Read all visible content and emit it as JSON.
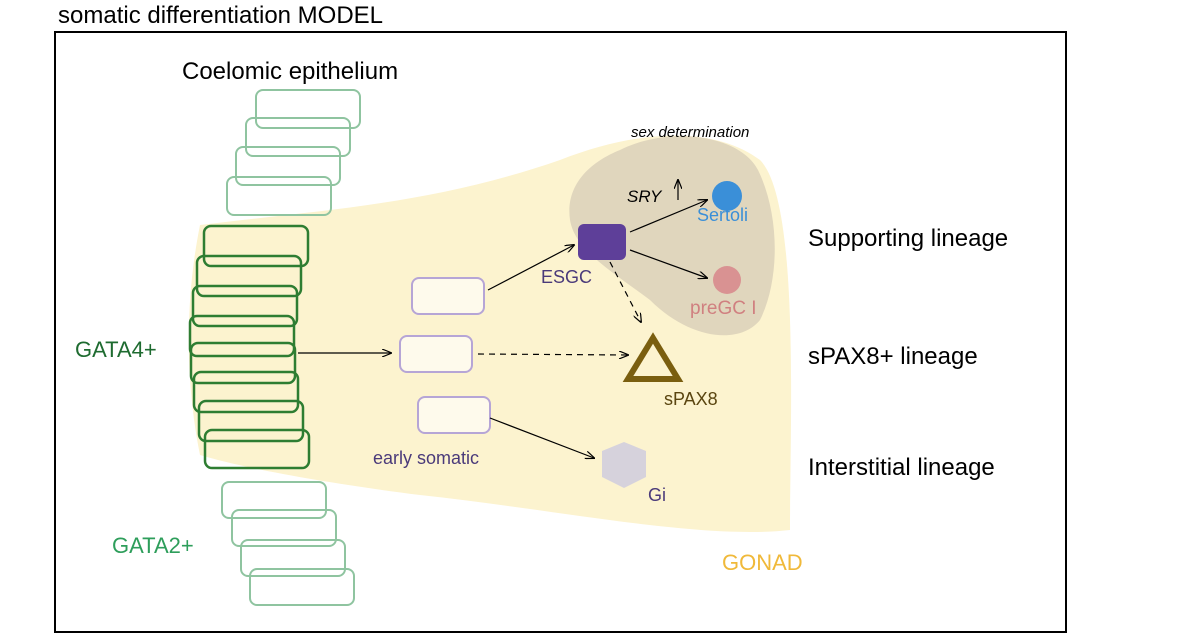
{
  "title": "somatic differentiation MODEL",
  "labels": {
    "coelomic": "Coelomic epithelium",
    "sex_determination": "sex determination",
    "sry": "SRY",
    "sertoli": "Sertoli",
    "esgc": "ESGC",
    "pregc": "preGC I",
    "spax8": "sPAX8",
    "early_somatic": "early somatic",
    "gi": "Gi",
    "gata4": "GATA4+",
    "gata2": "GATA2+",
    "gonad": "GONAD",
    "supporting": "Supporting lineage",
    "spax8_lineage": "sPAX8+ lineage",
    "interstitial": "Interstitial lineage"
  },
  "colors": {
    "gata4_dark_green": "#2e7d32",
    "gata2_light_green": "#8fc4a0",
    "gonad_fill": "#fcf3cf",
    "sex_det_fill": "#e0d6bd",
    "esgc_purple": "#5e3f99",
    "early_somatic_outline": "#b6a5d6",
    "sertoli_blue": "#3a8fd8",
    "pregc_pink": "#d99292",
    "spax8_olive": "#7a5e0f",
    "gi_gray": "#d6d2dc",
    "gonad_label": "#f0b93a"
  }
}
